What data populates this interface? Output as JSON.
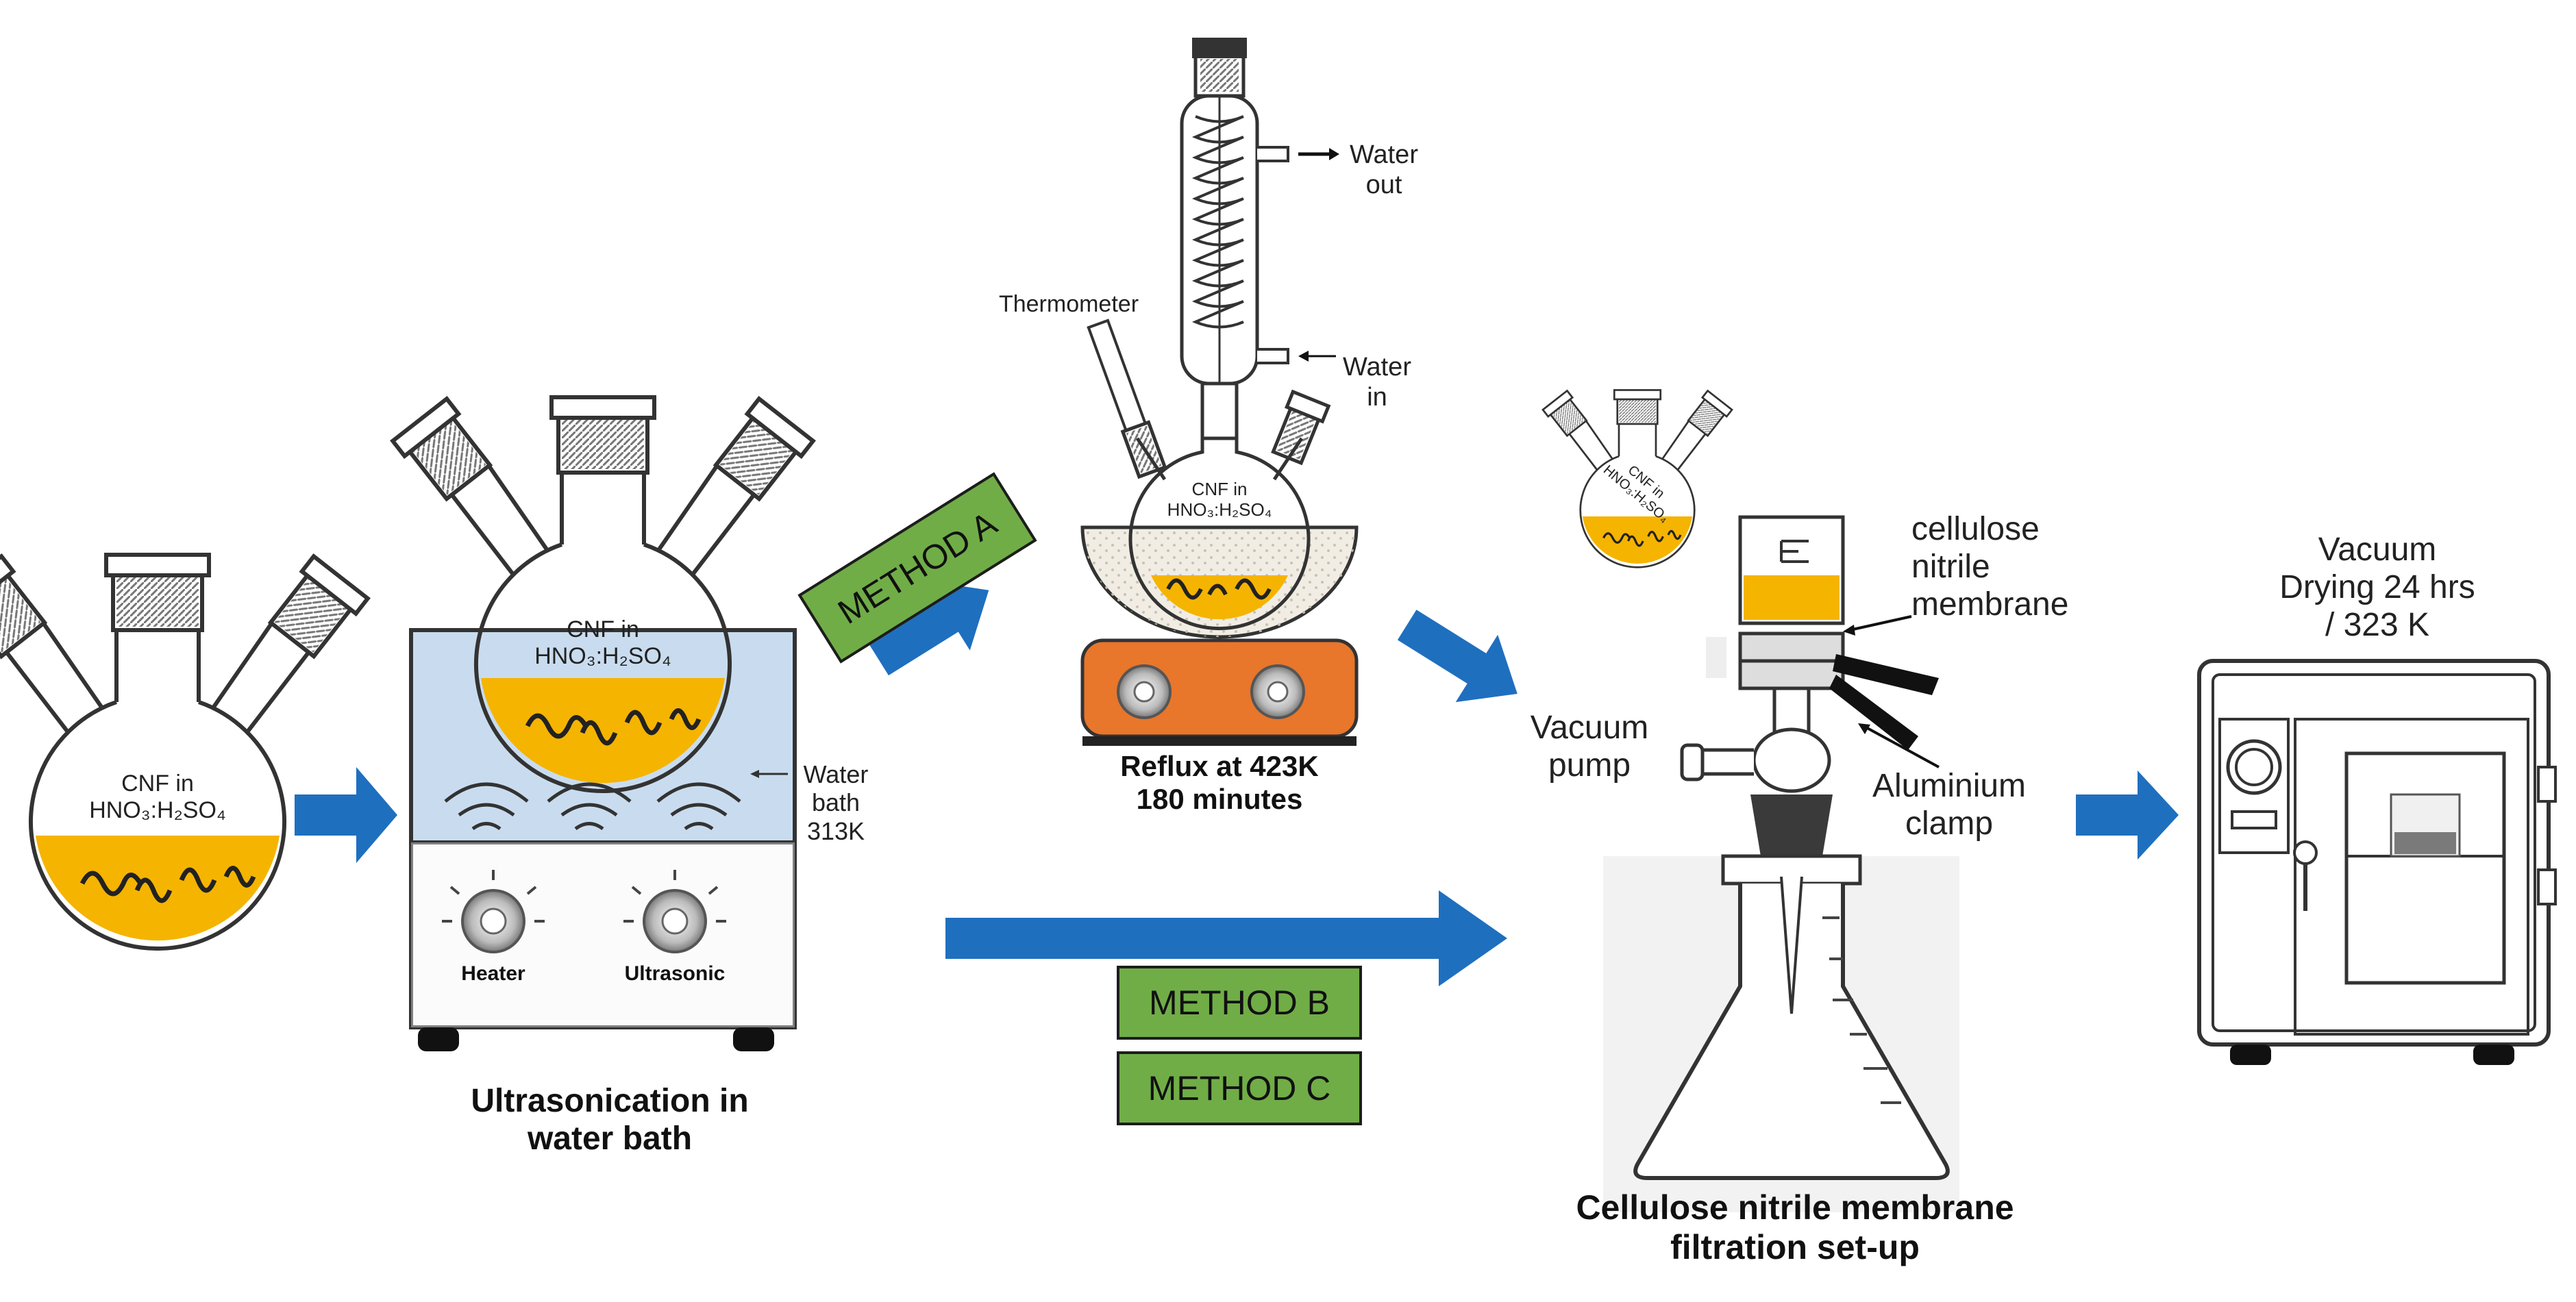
{
  "flask_label": {
    "line1": "CNF in",
    "line2": "HNO₃:H₂SO₄"
  },
  "labels": {
    "water_bath": "Water bath 313K",
    "water_bath_l1": "Water",
    "water_bath_l2": "bath",
    "water_bath_l3": "313K",
    "heater": "Heater",
    "ultrasonic": "Ultrasonic",
    "ultrasonication_l1": "Ultrasonication in",
    "ultrasonication_l2": "water bath",
    "thermometer": "Thermometer",
    "water_out_l1": "Water",
    "water_out_l2": "out",
    "water_in_l1": "Water",
    "water_in_l2": "in",
    "reflux_l1": "Reflux at 423K",
    "reflux_l2": "180 minutes",
    "cellulose_l1": "cellulose",
    "cellulose_l2": "nitrile",
    "cellulose_l3": "membrane",
    "vacuum_pump_l1": "Vacuum",
    "vacuum_pump_l2": "pump",
    "aluminium_l1": "Aluminium",
    "aluminium_l2": "clamp",
    "filtration_l1": "Cellulose nitrile membrane",
    "filtration_l2": "filtration set-up",
    "drying_l1": "Vacuum",
    "drying_l2": "Drying 24 hrs",
    "drying_l3": "/ 323 K"
  },
  "methods": {
    "a": "METHOD A",
    "b": "METHOD B",
    "c": "METHOD C"
  },
  "colors": {
    "arrow": "#1f6fbf",
    "solution": "#f5b400",
    "method_fill": "#70ad47",
    "water": "#c9dcef",
    "hotplate": "#e8762b",
    "mantle": "#f1ede4"
  }
}
